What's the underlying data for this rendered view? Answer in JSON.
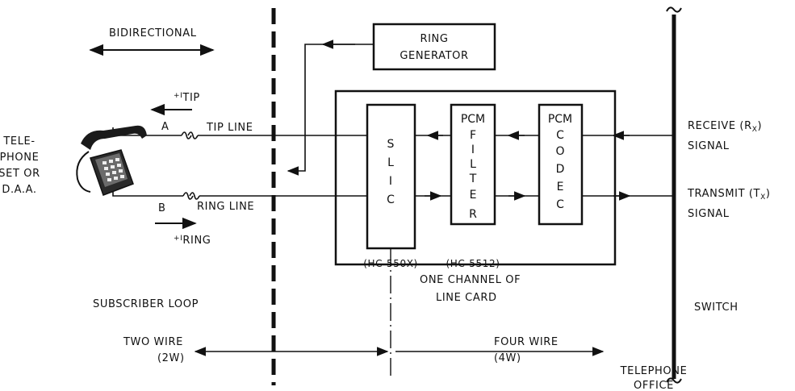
{
  "labels": {
    "bidirectional": "BIDIRECTIONAL",
    "ring_generator_1": "RING",
    "ring_generator_2": "GENERATOR",
    "i_tip_prefix": "+I",
    "i_tip": "TIP",
    "i_ring_prefix": "+I",
    "i_ring": "RING",
    "wire_a": "A",
    "wire_b": "B",
    "tip_line": "TIP LINE",
    "ring_line": "RING LINE",
    "telephone_set_1": "TELE-",
    "telephone_set_2": "PHONE",
    "telephone_set_3": "SET OR",
    "telephone_set_4": "D.A.A.",
    "slic": [
      "S",
      "L",
      "I",
      "C"
    ],
    "pcm_filter_top": "PCM",
    "pcm_filter": [
      "F",
      "I",
      "L",
      "T",
      "E",
      "R"
    ],
    "pcm_codec_top": "PCM",
    "pcm_codec": [
      "C",
      "O",
      "D",
      "E",
      "C"
    ],
    "slic_part": "(HC-550X)",
    "filter_part": "(HC-5512)",
    "receive_1": "RECEIVE (R",
    "receive_sub": "X",
    "receive_close": ")",
    "receive_2": "SIGNAL",
    "transmit_1": "TRANSMIT (T",
    "transmit_sub": "X",
    "transmit_close": ")",
    "transmit_2": "SIGNAL",
    "line_card_1": "ONE CHANNEL OF",
    "line_card_2": "LINE CARD",
    "subscriber_loop": "SUBSCRIBER LOOP",
    "switch": "SWITCH",
    "two_wire_1": "TWO WIRE",
    "two_wire_2": "(2W)",
    "four_wire_1": "FOUR WIRE",
    "four_wire_2": "(4W)",
    "telephone_office_1": "TELEPHONE",
    "telephone_office_2": "OFFICE"
  }
}
